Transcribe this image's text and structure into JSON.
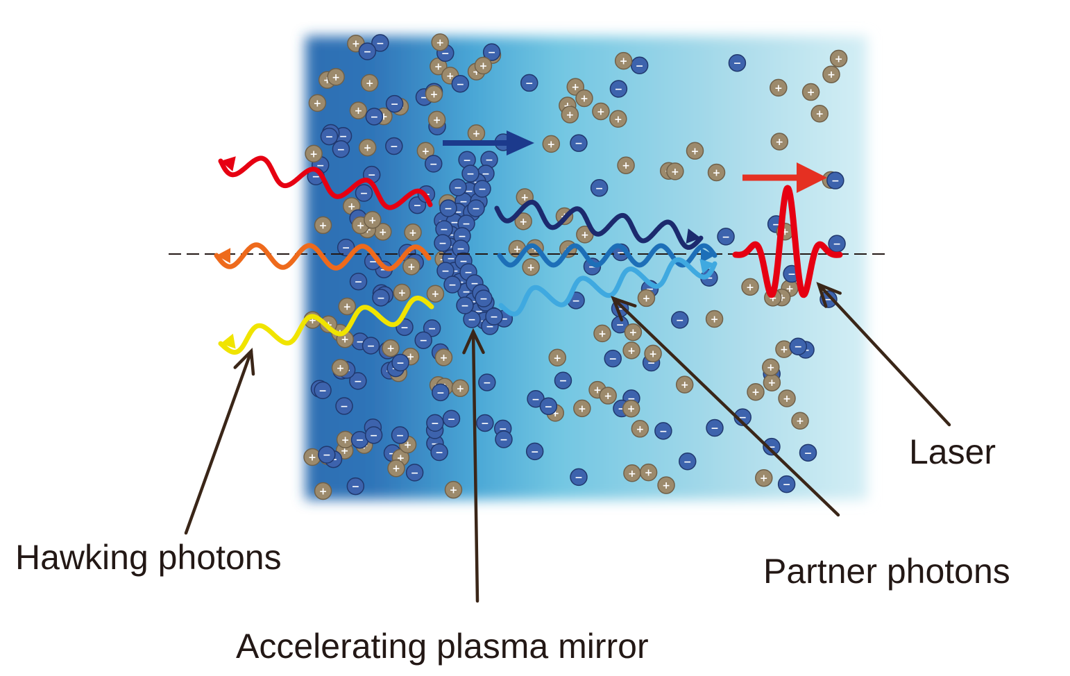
{
  "labels": {
    "hawking": "Hawking photons",
    "mirror": "Accelerating plasma mirror",
    "partner": "Partner photons",
    "laser": "Laser"
  },
  "particle_signs": {
    "ion": "+",
    "electron": "−"
  },
  "colors": {
    "plasma_dense": "#2f6fb3",
    "plasma_mid": "#6cc3e0",
    "plasma_thin": "#bfe3ee",
    "ion": "#9c8a6c",
    "electron": "#3d63ad",
    "hawking_red": "#e60012",
    "hawking_orange": "#ee6a1c",
    "hawking_yellow": "#f0e400",
    "partner_navy": "#1c2a6e",
    "partner_blue": "#1d6fb8",
    "partner_light": "#3fa9e0",
    "laser": "#e60012",
    "arrow_dark": "#3a2618"
  },
  "icons": [
    "plus-sign-icon",
    "minus-sign-icon",
    "arrow-head-icon"
  ]
}
